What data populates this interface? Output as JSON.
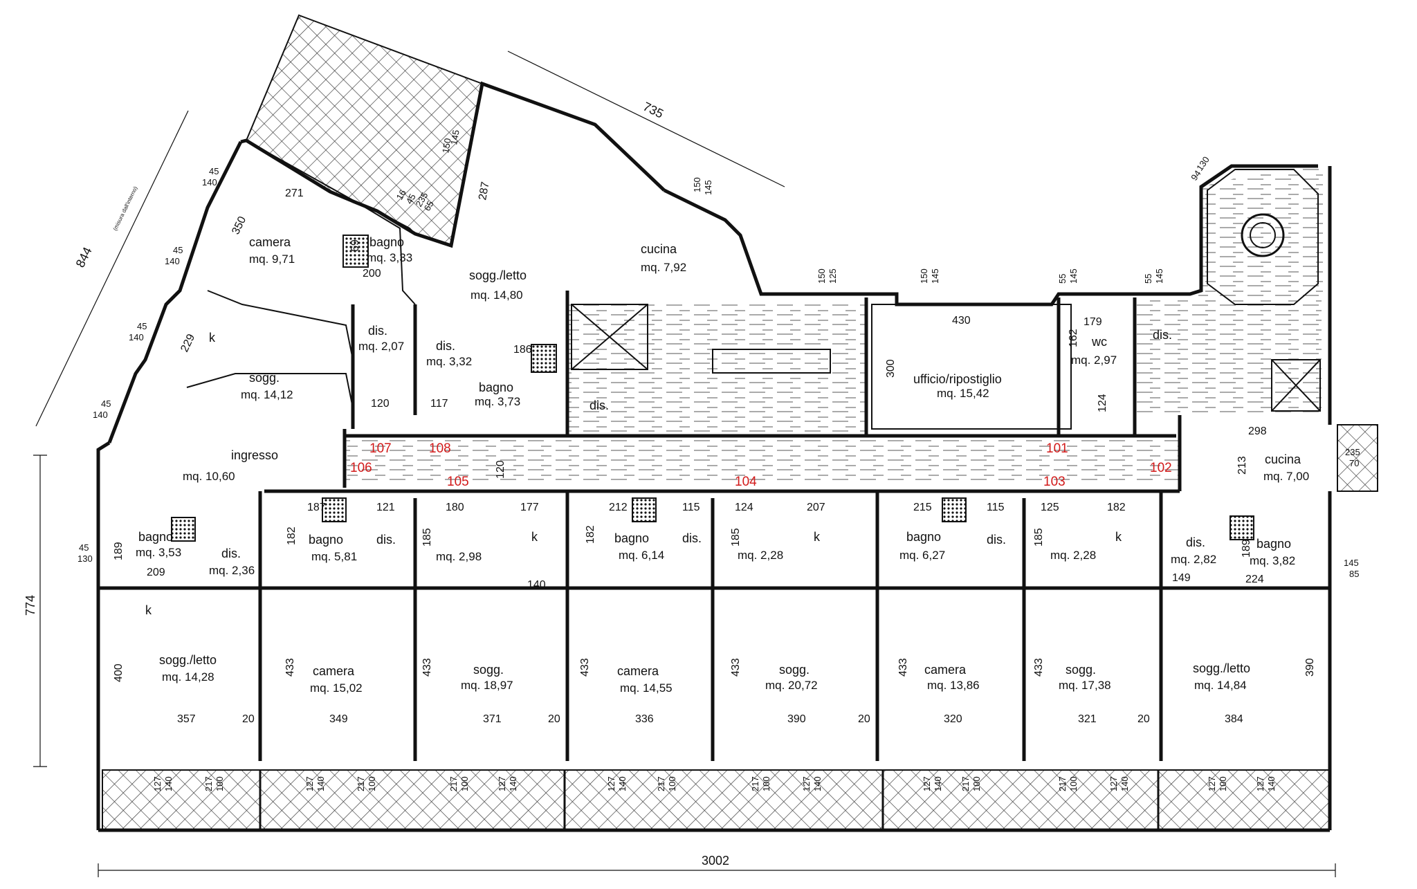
{
  "rooms": {
    "camera_nw": {
      "name": "camera",
      "area": "mq. 9,71"
    },
    "bagno_nw": {
      "name": "bagno",
      "area": "mq. 3,33"
    },
    "cucina_n": {
      "name": "cucina",
      "area": "mq. 7,92"
    },
    "sogg_letto_n": {
      "name": "sogg./letto",
      "area": "mq. 14,80"
    },
    "dis_a": {
      "name": "dis.",
      "area": "mq. 2,07"
    },
    "dis_b": {
      "name": "dis.",
      "area": "mq. 3,32"
    },
    "sogg_nw": {
      "name": "sogg.",
      "area": "mq. 14,12"
    },
    "bagno_c": {
      "name": "bagno",
      "area": "mq. 3,73"
    },
    "dis_c": {
      "name": "dis."
    },
    "ufficio": {
      "name": "ufficio/ripostiglio",
      "area": "mq. 15,42"
    },
    "wc": {
      "name": "wc",
      "area": "mq. 2,97"
    },
    "dis_e": {
      "name": "dis."
    },
    "ingresso": {
      "name": "ingresso",
      "area": "mq. 10,60"
    },
    "cucina_e": {
      "name": "cucina",
      "area": "mq. 7,00"
    },
    "bagno_s1": {
      "name": "bagno",
      "area": "mq. 3,53"
    },
    "dis_s1": {
      "name": "dis.",
      "area": "mq. 2,36"
    },
    "bagno_s2": {
      "name": "bagno",
      "area": "mq. 5,81"
    },
    "dis_s2": {
      "name": "dis."
    },
    "dis_s2b": {
      "area": "mq. 2,98"
    },
    "bagno_s3": {
      "name": "bagno",
      "area": "mq. 6,14"
    },
    "dis_s3": {
      "name": "dis."
    },
    "dis_s3b": {
      "area": "mq. 2,28"
    },
    "bagno_s4": {
      "name": "bagno",
      "area": "mq. 6,27"
    },
    "dis_s4": {
      "name": "dis."
    },
    "dis_s4b": {
      "area": "mq. 2,28"
    },
    "dis_s5": {
      "name": "dis.",
      "area": "mq. 2,82"
    },
    "bagno_s5": {
      "name": "bagno",
      "area": "mq. 3,82"
    },
    "k1": {
      "name": "k"
    },
    "k2": {
      "name": "k"
    },
    "k3": {
      "name": "k"
    },
    "k4": {
      "name": "k"
    },
    "k5": {
      "name": "k"
    },
    "s1": {
      "name": "sogg./letto",
      "area": "mq. 14,28"
    },
    "s2": {
      "name": "camera",
      "area": "mq. 15,02"
    },
    "s3": {
      "name": "sogg.",
      "area": "mq. 18,97"
    },
    "s4": {
      "name": "camera",
      "area": "mq. 14,55"
    },
    "s5": {
      "name": "sogg.",
      "area": "mq. 20,72"
    },
    "s6": {
      "name": "camera",
      "area": "mq. 13,86"
    },
    "s7": {
      "name": "sogg.",
      "area": "mq. 17,38"
    },
    "s8": {
      "name": "sogg./letto",
      "area": "mq. 14,84"
    }
  },
  "units": [
    "101",
    "102",
    "103",
    "104",
    "105",
    "106",
    "107",
    "108"
  ],
  "dims": {
    "total_width": "3002",
    "left_height": "774",
    "diag_left": "844",
    "diag_top": "735",
    "note_interno": "(misura dall'interno)",
    "d271": "271",
    "d350": "350",
    "d229": "229",
    "d200": "200",
    "d69": "69",
    "d287": "287",
    "d120a": "120",
    "d117": "117",
    "d186": "186",
    "d430": "430",
    "d300": "300",
    "d179": "179",
    "d162": "162",
    "d124": "124",
    "d298": "298",
    "d213": "213",
    "d235": "235",
    "d70": "70",
    "d120b": "120",
    "d187": "187",
    "d121": "121",
    "d180": "180",
    "d177": "177",
    "d212": "212",
    "d115a": "115",
    "d124b": "124",
    "d207": "207",
    "d215": "215",
    "d115b": "115",
    "d125": "125",
    "d182": "182",
    "d189a": "189",
    "d182a": "182",
    "d182b": "182",
    "d189b": "189",
    "d209": "209",
    "d185a": "185",
    "d185b": "185",
    "d185c": "185",
    "d140": "140",
    "d149": "149",
    "d224": "224",
    "d400": "400",
    "d433a": "433",
    "d433b": "433",
    "d433c": "433",
    "d433d": "433",
    "d433e": "433",
    "d433f": "433",
    "d390": "390",
    "d357": "357",
    "d20a": "20",
    "d349": "349",
    "d371": "371",
    "d20b": "20",
    "d336": "336",
    "d390b": "390",
    "d20c": "20",
    "d320": "320",
    "d321": "321",
    "d20d": "20",
    "d384": "384",
    "w45_140a": "45",
    "w140a": "140",
    "w45_140b": "45",
    "w140b": "140",
    "w45_140c": "45",
    "w140c": "140",
    "w45_140d": "45",
    "w140d": "140",
    "w45_130": "45",
    "w130": "130",
    "w145_85": "145",
    "w85": "85",
    "w150_125": "150",
    "w125": "125",
    "w150_145a": "150",
    "w145a": "145",
    "w55_145a": "55",
    "w145b": "145",
    "w55_145b": "55",
    "w145c": "145",
    "w150_145b": "150",
    "w145d": "145",
    "w130_94": "130",
    "w94": "94",
    "w145_150": "145",
    "w150c": "150",
    "w16": "16",
    "w45": "45",
    "w235": "235",
    "w65": "65",
    "b127": "127",
    "b140": "140",
    "b100": "100",
    "b217": "217"
  }
}
